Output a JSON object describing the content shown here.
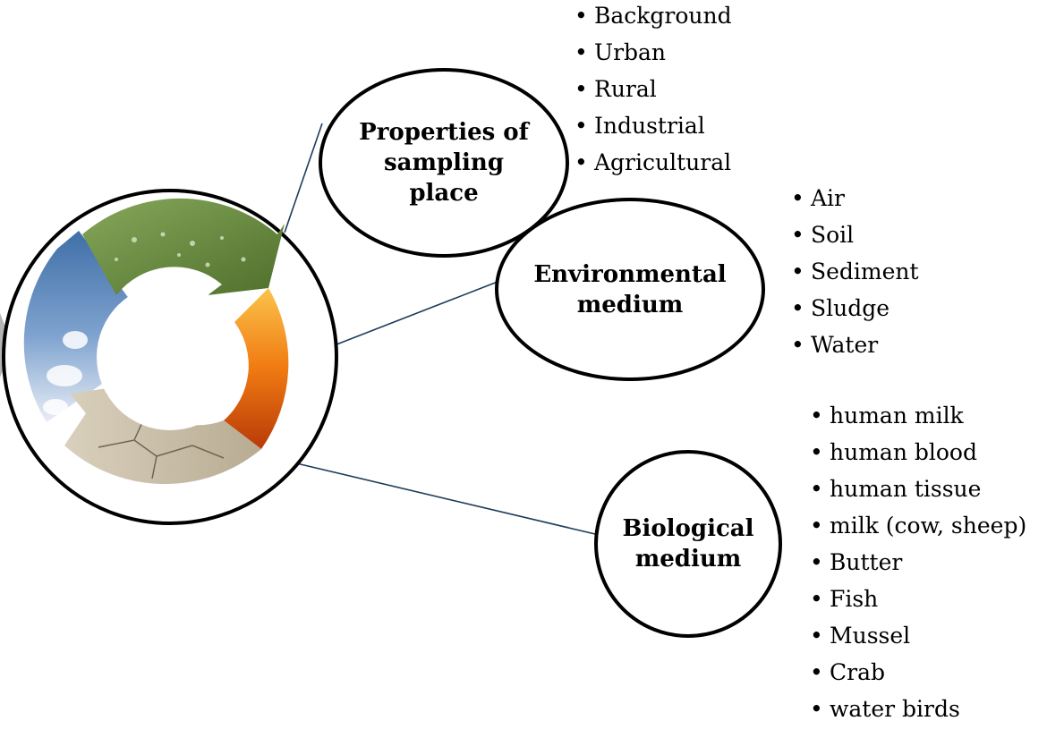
{
  "colors": {
    "connector": "#1f3b5c",
    "outline": "#000000",
    "sky": "#5d87b8",
    "leaf": "#6f9443",
    "fire": "#f07a12",
    "earth": "#c9bda6"
  },
  "hub": {
    "icons": [
      "sky-arrow-icon",
      "water-arrow-icon",
      "fire-arrow-icon",
      "earth-arrow-icon"
    ]
  },
  "nodes": [
    {
      "id": "sampling",
      "label": "Properties of\nsampling\nplace",
      "items": [
        "Background",
        "Urban",
        "Rural",
        "Industrial",
        "Agricultural"
      ]
    },
    {
      "id": "env",
      "label": "Environmental\nmedium",
      "items": [
        "Air",
        "Soil",
        "Sediment",
        "Sludge",
        "Water"
      ]
    },
    {
      "id": "bio",
      "label": "Biological\nmedium",
      "items": [
        "human milk",
        "human blood",
        "human tissue",
        "milk (cow, sheep)",
        "Butter",
        "Fish",
        "Mussel",
        "Crab",
        "water birds"
      ]
    }
  ]
}
